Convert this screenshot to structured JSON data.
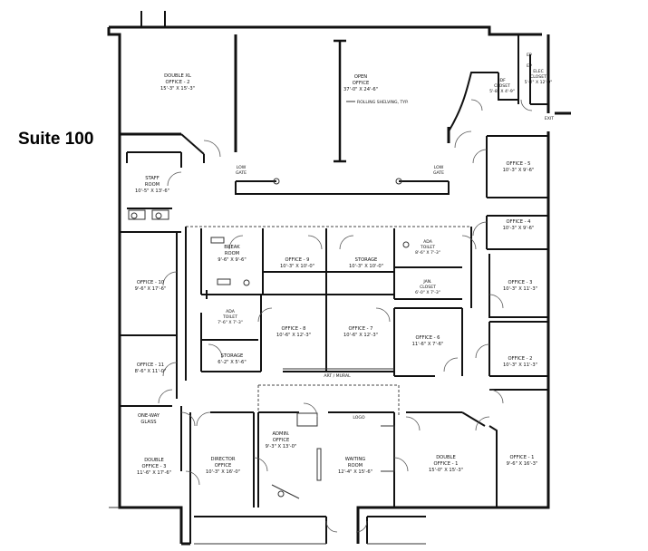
{
  "suite_label": "Suite 100",
  "rooms": {
    "double_xl_office_2": {
      "name": "DOUBLE XL",
      "name2": "OFFICE - 2",
      "dims": "15'-3\" X 15'-3\""
    },
    "open_office": {
      "name": "OPEN",
      "name2": "OFFICE",
      "dims": "37'-0\" X 24'-6\""
    },
    "rolling_shelving": {
      "name": "ROLLING SHELVING, TYP."
    },
    "idf_closet": {
      "name": "IDF",
      "name2": "CLOSET",
      "dims": "5'-8\" X 4'-9\""
    },
    "elec_closet": {
      "name": "ELEC",
      "name2": "CLOSET",
      "dims": "5'-2\" X 12'-9\""
    },
    "ep_1": {
      "name": "EP"
    },
    "ep_2": {
      "name": "EP"
    },
    "exit": {
      "name": "EXIT"
    },
    "staff_room": {
      "name": "STAFF",
      "name2": "ROOM",
      "dims": "10'-5\" X 13'-6\""
    },
    "low_gate_1": {
      "name": "LOW",
      "name2": "GATE"
    },
    "low_gate_2": {
      "name": "LOW",
      "name2": "GATE"
    },
    "office_5": {
      "name": "OFFICE - 5",
      "dims": "10'-3\" X 9'-6\""
    },
    "office_4": {
      "name": "OFFICE - 4",
      "dims": "10'-3\" X 9'-6\""
    },
    "office_3": {
      "name": "OFFICE - 3",
      "dims": "10'-3\" X 11'-3\""
    },
    "office_2": {
      "name": "OFFICE - 2",
      "dims": "10'-3\" X 11'-3\""
    },
    "office_1": {
      "name": "OFFICE - 1",
      "dims": "9'-6\" X 16'-3\""
    },
    "break_room": {
      "name": "BREAK",
      "name2": "ROOM",
      "dims": "9'-6\" X 9'-6\""
    },
    "office_9": {
      "name": "OFFICE - 9",
      "dims": "10'-3\" X 10'-0\""
    },
    "storage_top": {
      "name": "STORAGE",
      "dims": "10'-3\" X 10'-0\""
    },
    "ada_toilet_top": {
      "name": "ADA",
      "name2": "TOILET",
      "dims": "8'-6\" X 7'-3\""
    },
    "jan_closet": {
      "name": "JAN.",
      "name2": "CLOSET",
      "dims": "6'-0\" X 7'-3\""
    },
    "office_10": {
      "name": "OFFICE - 10",
      "dims": "9'-6\" X 17'-6\""
    },
    "ada_toilet_left": {
      "name": "ADA",
      "name2": "TOILET",
      "dims": "7'-6\" X 7'-3\""
    },
    "office_8": {
      "name": "OFFICE - 8",
      "dims": "10'-6\" X 12'-3\""
    },
    "office_7": {
      "name": "OFFICE - 7",
      "dims": "10'-6\" X 12'-3\""
    },
    "office_6": {
      "name": "OFFICE - 6",
      "dims": "11'-6\" X 7'-6\""
    },
    "storage_left": {
      "name": "STORAGE",
      "dims": "6'-2\" X 5'-6\""
    },
    "art_mural": {
      "name": "ART / MURAL"
    },
    "office_11": {
      "name": "OFFICE - 11",
      "dims": "8'-6\" X 11'-0\""
    },
    "one_way_glass": {
      "name": "ONE-WAY",
      "name2": "GLASS"
    },
    "logo": {
      "name": "LOGO"
    },
    "double_office_3": {
      "name": "DOUBLE",
      "name2": "OFFICE - 3",
      "dims": "11'-6\" X 17'-6\""
    },
    "director_office": {
      "name": "DIRECTOR",
      "name2": "OFFICE",
      "dims": "10'-3\" X 16'-0\""
    },
    "admin_office": {
      "name": "ADMIN.",
      "name2": "OFFICE",
      "dims": "9'-3\" X 13'-0\""
    },
    "waiting_room": {
      "name": "WAITING",
      "name2": "ROOM",
      "dims": "12'-4\" X 15'-6\""
    },
    "double_office_1": {
      "name": "DOUBLE",
      "name2": "OFFICE - 1",
      "dims": "15'-0\" X 15'-3\""
    }
  }
}
